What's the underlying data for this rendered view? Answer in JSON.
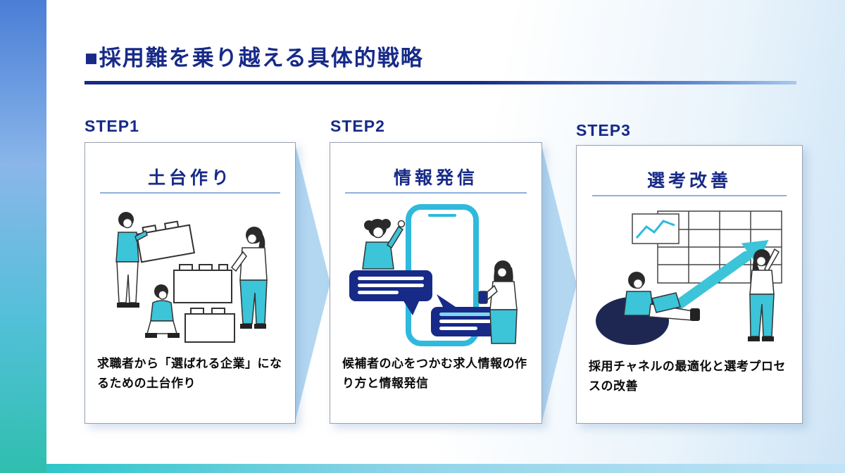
{
  "page": {
    "title": "■採用難を乗り越える具体的戦略"
  },
  "steps": [
    {
      "label": "STEP1",
      "heading": "土台作り",
      "description": "求職者から「選ばれる企業」になるための土台作り",
      "illustration": "teamwork-building-blocks-illustration"
    },
    {
      "label": "STEP2",
      "heading": "情報発信",
      "description": "候補者の心をつかむ求人情報の作り方と情報発信",
      "illustration": "smartphone-chat-bubbles-illustration"
    },
    {
      "label": "STEP3",
      "heading": "選考改善",
      "description": "採用チャネルの最適化と選考プロセスの改善",
      "illustration": "growth-chart-arrow-illustration"
    }
  ],
  "colors": {
    "navy": "#172a88",
    "cyan_accent": "#3cc4d8",
    "chevron_light_blue": "#b3d7f1",
    "left_bar_gradient_top": "#4a7ed6",
    "left_bar_gradient_bottom": "#2fbfae",
    "background_tint": "#cde4f6",
    "card_border": "#9aa0ab"
  }
}
